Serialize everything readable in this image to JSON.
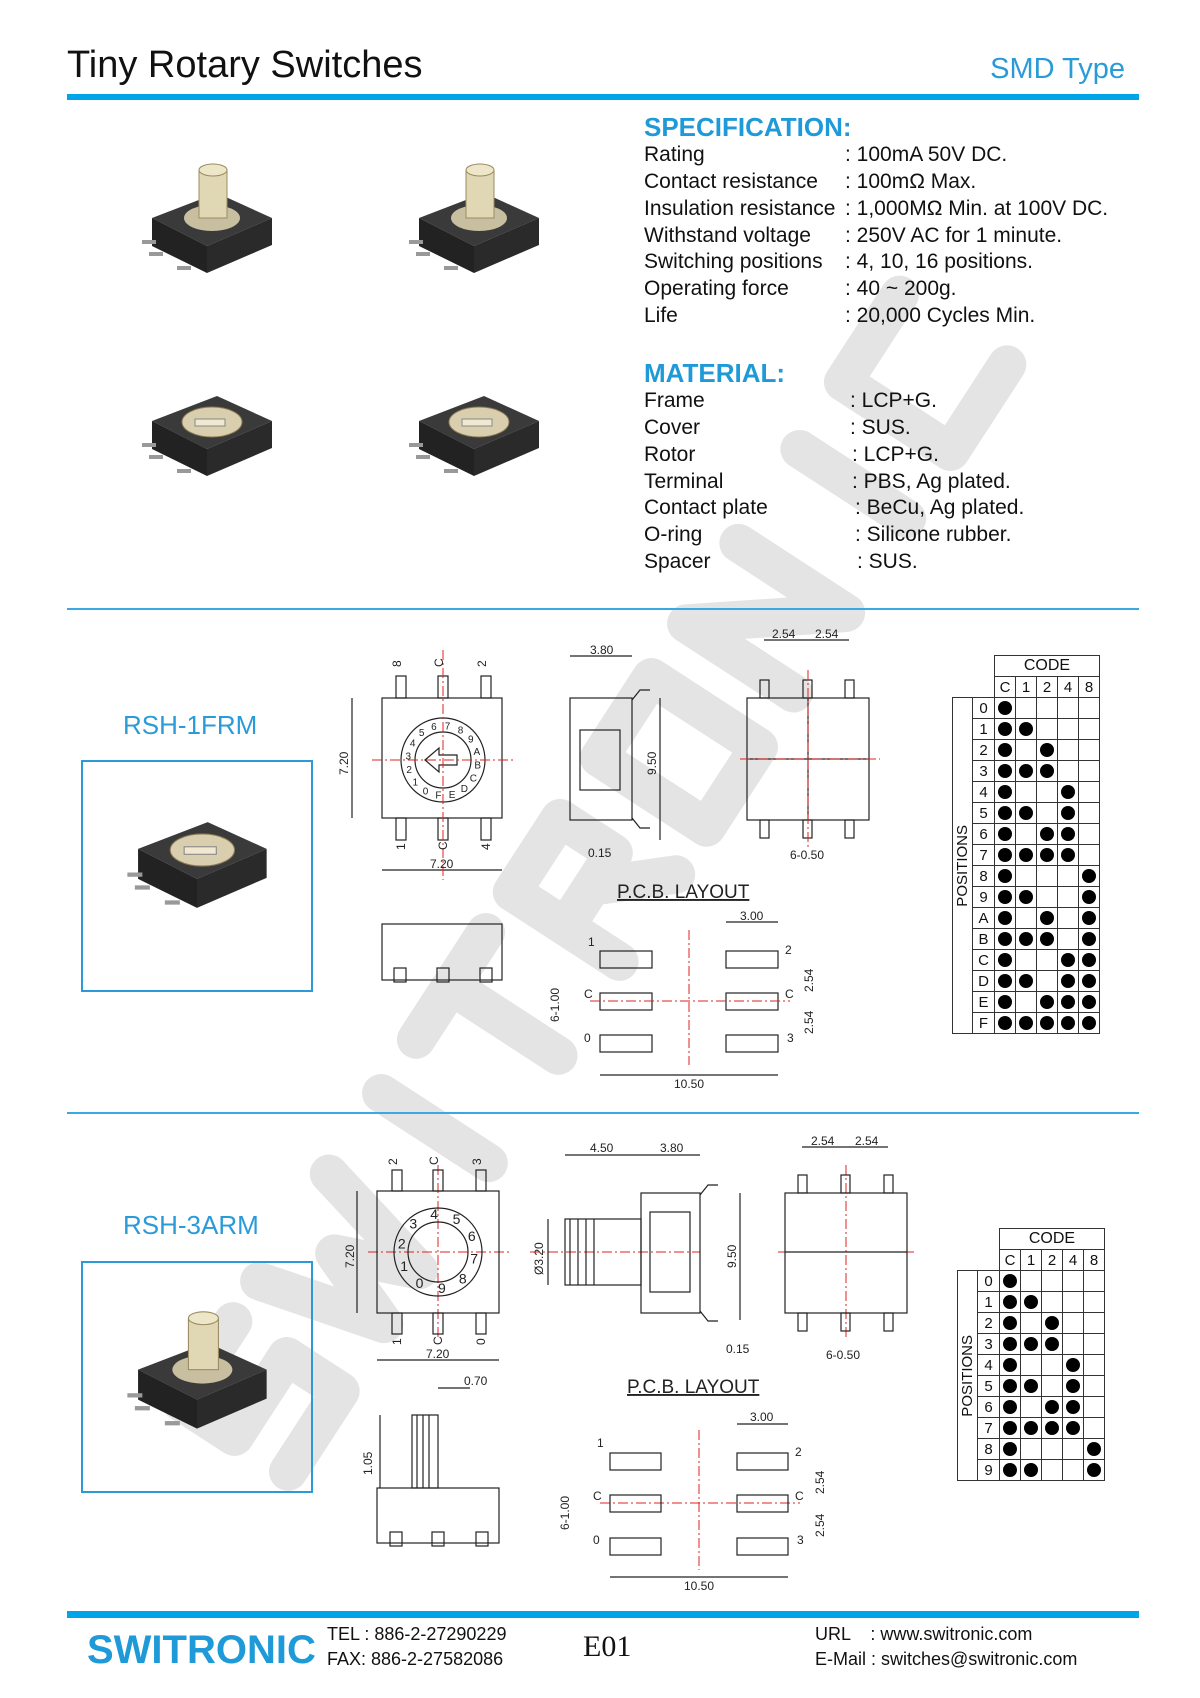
{
  "watermark": "SWITRONIC",
  "header": {
    "title": "Tiny Rotary Switches",
    "subtitle": "SMD Type"
  },
  "specification": {
    "heading": "SPECIFICATION:",
    "rows": [
      {
        "label": "Rating",
        "value": ": 100mA 50V DC."
      },
      {
        "label": "Contact resistance",
        "value": ": 100mΩ Max."
      },
      {
        "label": "Insulation resistance",
        "value": ": 1,000MΩ Min. at 100V DC."
      },
      {
        "label": "Withstand voltage",
        "value": ": 250V AC for 1 minute."
      },
      {
        "label": "Switching positions",
        "value": ": 4, 10, 16 positions."
      },
      {
        "label": "Operating force",
        "value": ": 40 ~ 200g."
      },
      {
        "label": "Life",
        "value": ": 20,000 Cycles Min."
      }
    ]
  },
  "material": {
    "heading": "MATERIAL:",
    "rows": [
      {
        "label": "Frame",
        "value": ": LCP+G."
      },
      {
        "label": "Cover",
        "value": ": SUS."
      },
      {
        "label": "Rotor",
        "value": ": LCP+G."
      },
      {
        "label": "Terminal",
        "value": ": PBS, Ag plated."
      },
      {
        "label": "Contact plate",
        "value": ": BeCu, Ag plated."
      },
      {
        "label": "O-ring",
        "value": ": Silicone rubber."
      },
      {
        "label": "Spacer",
        "value": ": SUS."
      }
    ]
  },
  "models": [
    {
      "name": "RSH-1FRM",
      "front": {
        "pins_top": [
          "8",
          "C",
          "2"
        ],
        "pins_bottom": [
          "1",
          "C",
          "4"
        ],
        "height": "7.20",
        "width": "7.20",
        "dial": [
          "0",
          "1",
          "2",
          "3",
          "4",
          "5",
          "6",
          "7",
          "8",
          "9",
          "A",
          "B",
          "C",
          "D",
          "E",
          "F"
        ]
      },
      "side": {
        "depth": "3.80",
        "height": "9.50",
        "gap": "0.15"
      },
      "bottom": {
        "pitch1": "2.54",
        "pitch2": "2.54",
        "pins": "6-0.50"
      },
      "pcb": {
        "title": "P.C.B. LAYOUT",
        "pad_width": "3.00",
        "span": "10.50",
        "pads": "6-1.00",
        "pitch1": "2.54",
        "pitch2": "2.54",
        "labels_left": [
          "1",
          "C",
          "0"
        ],
        "labels_right": [
          "2",
          "C",
          "3"
        ]
      },
      "code_table": {
        "header": "CODE",
        "axis": "POSITIONS",
        "columns": [
          "C",
          "1",
          "2",
          "4",
          "8"
        ],
        "rows": [
          "0",
          "1",
          "2",
          "3",
          "4",
          "5",
          "6",
          "7",
          "8",
          "9",
          "A",
          "B",
          "C",
          "D",
          "E",
          "F"
        ],
        "dots": [
          [
            1,
            0,
            0,
            0,
            0
          ],
          [
            1,
            1,
            0,
            0,
            0
          ],
          [
            1,
            0,
            1,
            0,
            0
          ],
          [
            1,
            1,
            1,
            0,
            0
          ],
          [
            1,
            0,
            0,
            1,
            0
          ],
          [
            1,
            1,
            0,
            1,
            0
          ],
          [
            1,
            0,
            1,
            1,
            0
          ],
          [
            1,
            1,
            1,
            1,
            0
          ],
          [
            1,
            0,
            0,
            0,
            1
          ],
          [
            1,
            1,
            0,
            0,
            1
          ],
          [
            1,
            0,
            1,
            0,
            1
          ],
          [
            1,
            1,
            1,
            0,
            1
          ],
          [
            1,
            0,
            0,
            1,
            1
          ],
          [
            1,
            1,
            0,
            1,
            1
          ],
          [
            1,
            0,
            1,
            1,
            1
          ],
          [
            1,
            1,
            1,
            1,
            1
          ]
        ]
      }
    },
    {
      "name": "RSH-3ARM",
      "front": {
        "pins_top": [
          "2",
          "C",
          "3"
        ],
        "pins_bottom": [
          "1",
          "C",
          "0"
        ],
        "height": "7.20",
        "width": "7.20",
        "dial": [
          "0",
          "1",
          "2",
          "3",
          "4",
          "5",
          "6",
          "7",
          "8",
          "9"
        ]
      },
      "side": {
        "shaft": "4.50",
        "depth": "3.80",
        "diameter": "Ø3.20",
        "height": "9.50",
        "gap": "0.15"
      },
      "bottom": {
        "pitch1": "2.54",
        "pitch2": "2.54",
        "pins": "6-0.50"
      },
      "profile": {
        "shaft_width": "0.70",
        "shaft_height": "1.05"
      },
      "pcb": {
        "title": "P.C.B. LAYOUT",
        "pad_width": "3.00",
        "span": "10.50",
        "pads": "6-1.00",
        "pitch1": "2.54",
        "pitch2": "2.54",
        "labels_left": [
          "1",
          "C",
          "0"
        ],
        "labels_right": [
          "2",
          "C",
          "3"
        ]
      },
      "code_table": {
        "header": "CODE",
        "axis": "POSITIONS",
        "columns": [
          "C",
          "1",
          "2",
          "4",
          "8"
        ],
        "rows": [
          "0",
          "1",
          "2",
          "3",
          "4",
          "5",
          "6",
          "7",
          "8",
          "9"
        ],
        "dots": [
          [
            1,
            0,
            0,
            0,
            0
          ],
          [
            1,
            1,
            0,
            0,
            0
          ],
          [
            1,
            0,
            1,
            0,
            0
          ],
          [
            1,
            1,
            1,
            0,
            0
          ],
          [
            1,
            0,
            0,
            1,
            0
          ],
          [
            1,
            1,
            0,
            1,
            0
          ],
          [
            1,
            0,
            1,
            1,
            0
          ],
          [
            1,
            1,
            1,
            1,
            0
          ],
          [
            1,
            0,
            0,
            0,
            1
          ],
          [
            1,
            1,
            0,
            0,
            1
          ]
        ]
      }
    }
  ],
  "footer": {
    "brand": "SWITRONIC",
    "tel": "TEL : 886-2-27290229",
    "fax": "FAX: 886-2-27582086",
    "page": "E01",
    "url": "URL    : www.switronic.com",
    "email": "E-Mail : switches@switronic.com"
  },
  "colors": {
    "accent": "#00a4e8",
    "heading": "#1f9ad9",
    "watermark": "#e4e4e4",
    "centerline": "#e02020"
  }
}
